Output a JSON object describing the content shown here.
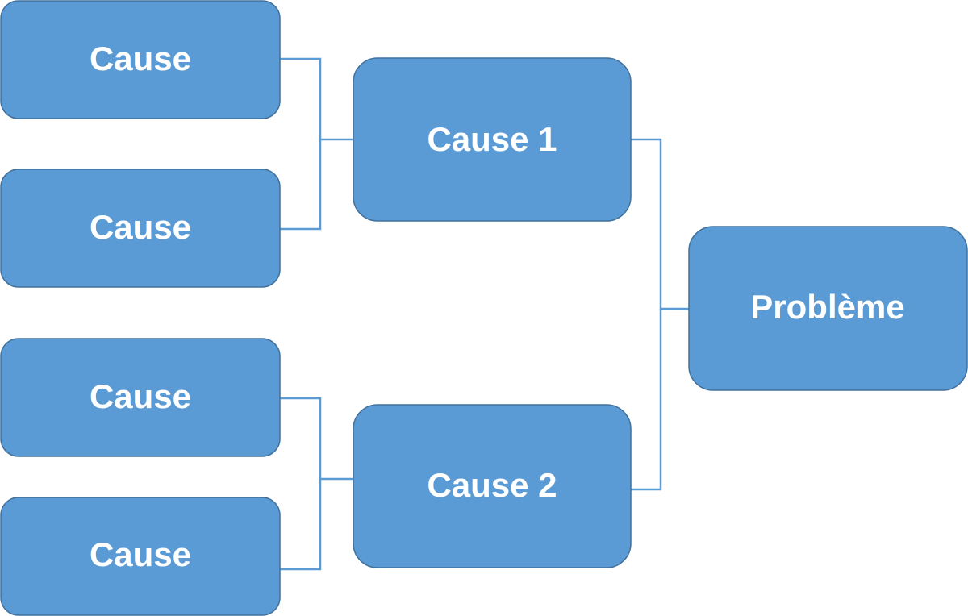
{
  "colors": {
    "box_fill": "#5b9bd5",
    "box_border": "#41719c",
    "connector": "#5b9bd5",
    "text": "#ffffff"
  },
  "diagram": {
    "left_causes": [
      "Cause",
      "Cause",
      "Cause",
      "Cause"
    ],
    "cause_1": "Cause 1",
    "cause_2": "Cause 2",
    "problem": "Problème"
  }
}
